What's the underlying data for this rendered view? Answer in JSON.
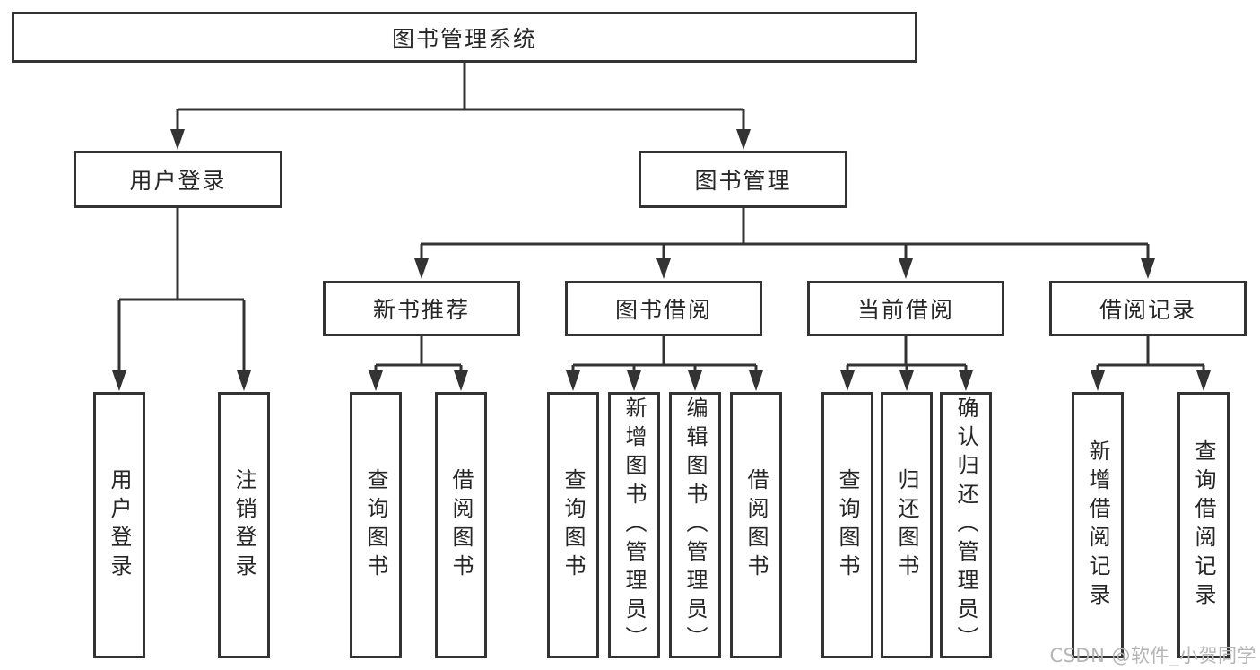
{
  "diagram": {
    "type": "hierarchy-tree",
    "tree": {
      "label": "图书管理系统",
      "children": [
        {
          "label": "用户登录",
          "children": [
            {
              "label": "用户登录"
            },
            {
              "label": "注销登录"
            }
          ]
        },
        {
          "label": "图书管理",
          "children": [
            {
              "label": "新书推荐",
              "children": [
                {
                  "label": "查询图书"
                },
                {
                  "label": "借阅图书"
                }
              ]
            },
            {
              "label": "图书借阅",
              "children": [
                {
                  "label": "查询图书"
                },
                {
                  "label": "新增图书（管理员）"
                },
                {
                  "label": "编辑图书（管理员）"
                },
                {
                  "label": "借阅图书"
                }
              ]
            },
            {
              "label": "当前借阅",
              "children": [
                {
                  "label": "查询图书"
                },
                {
                  "label": "归还图书"
                },
                {
                  "label": "确认归还（管理员）"
                }
              ]
            },
            {
              "label": "借阅记录",
              "children": [
                {
                  "label": "新增借阅记录"
                },
                {
                  "label": "查询借阅记录"
                }
              ]
            }
          ]
        }
      ]
    },
    "colors": {
      "line": "#333333",
      "text": "#262626",
      "background": "#ffffff",
      "watermark": "#b5b5b5"
    }
  },
  "watermark": {
    "text": "CSDN @软件_小贺同学"
  }
}
